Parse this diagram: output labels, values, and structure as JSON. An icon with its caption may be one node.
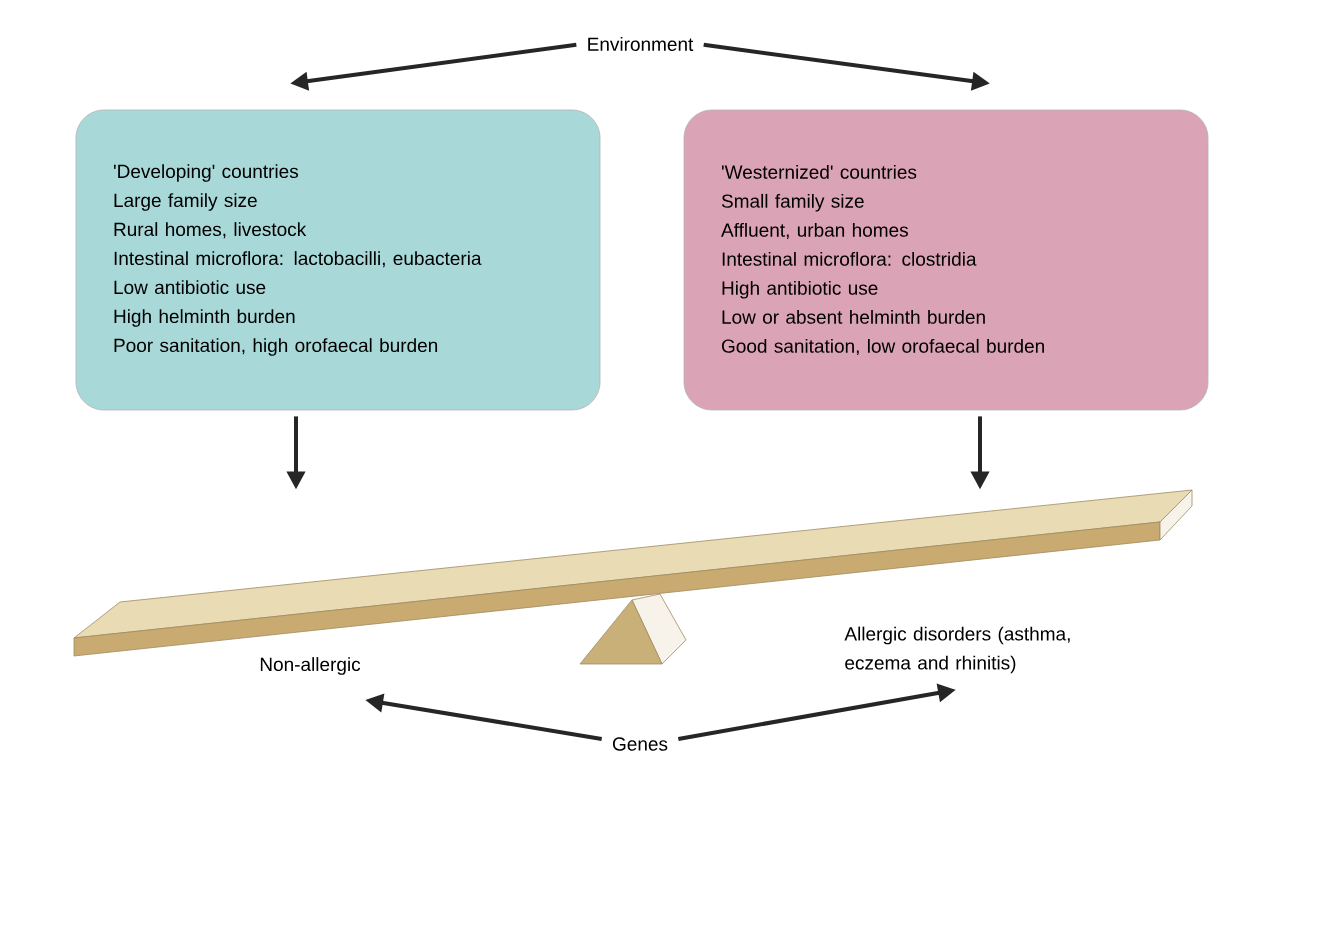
{
  "diagram": {
    "nodes": [
      {
        "text": [
          "Environment"
        ]
      },
      {
        "text": [
          "'Developing' countries",
          "Large family size",
          "Rural homes, livestock",
          "Intestinal microflora: lactobacilli, eubacteria",
          "Low antibiotic use",
          "High helminth burden",
          "Poor sanitation, high orofaecal burden"
        ]
      },
      {
        "text": [
          "'Westernized' countries",
          "Small family size",
          "Affluent, urban homes",
          "Intestinal microflora: clostridia",
          "High antibiotic use",
          "Low or absent helminth burden",
          "Good sanitation, low orofaecal burden"
        ]
      },
      {
        "text": [],
        "shape": "picture"
      },
      {
        "text": [
          "Non-allergic"
        ]
      },
      {
        "text": [
          "Allergic disorders (asthma, eczema and rhinitis)"
        ]
      },
      {
        "text": [
          "Genes"
        ]
      }
    ],
    "edges": [
      {
        "from": 0,
        "to": 1,
        "arrow": "to"
      },
      {
        "from": 0,
        "to": 2,
        "arrow": "to"
      },
      {
        "from": 1,
        "to": 3,
        "arrow": "to"
      },
      {
        "from": 2,
        "to": 3,
        "arrow": "to"
      },
      {
        "from": 6,
        "to": 4,
        "arrow": "to"
      },
      {
        "from": 6,
        "to": 5,
        "arrow": "to"
      }
    ]
  }
}
